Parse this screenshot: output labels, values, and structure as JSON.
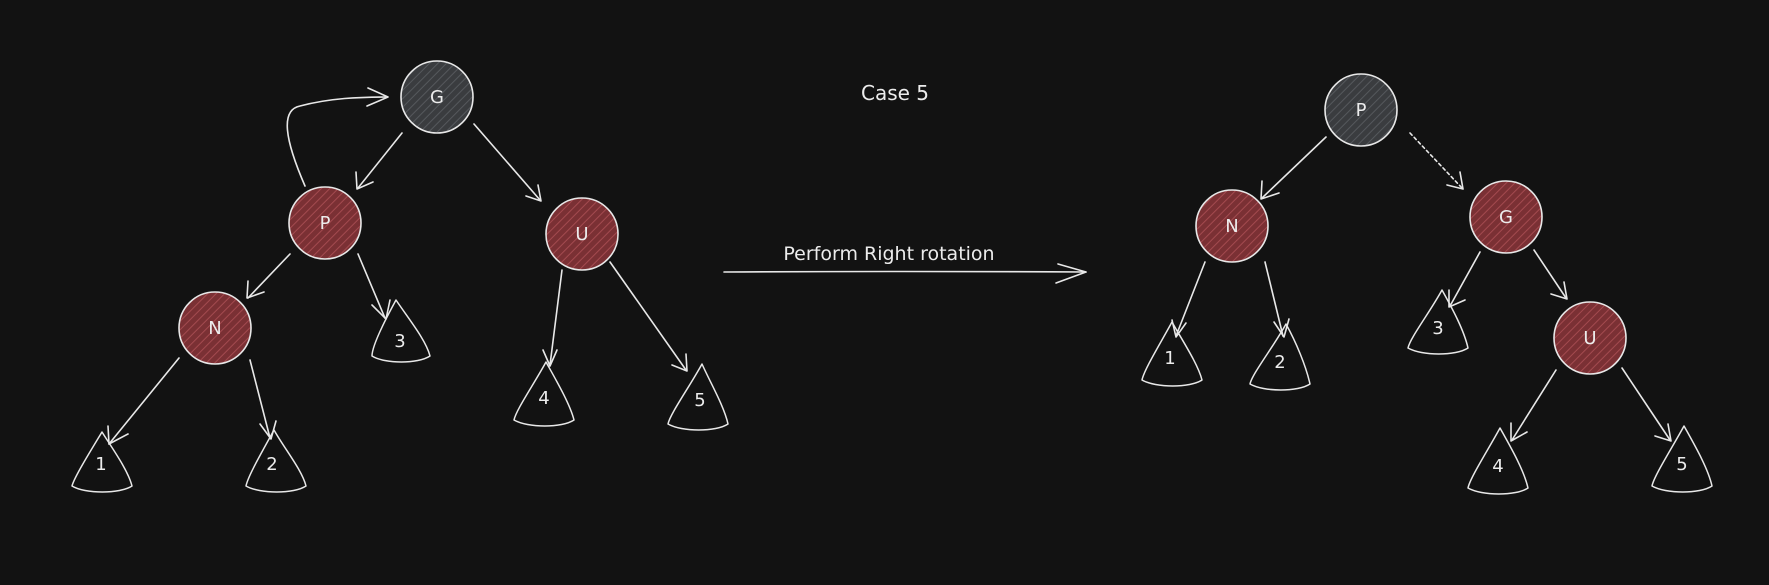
{
  "title": "Case 5",
  "caption": "Perform Right rotation",
  "colors": {
    "background": "#121212",
    "red_node": "#7a3034",
    "black_node": "#3a3c3f",
    "stroke": "#e8e8e8"
  },
  "before": {
    "nodes": [
      {
        "id": "G",
        "label": "G",
        "color": "black"
      },
      {
        "id": "P",
        "label": "P",
        "color": "red"
      },
      {
        "id": "U",
        "label": "U",
        "color": "red"
      },
      {
        "id": "N",
        "label": "N",
        "color": "red"
      }
    ],
    "subtrees": [
      {
        "id": "t1",
        "label": "1"
      },
      {
        "id": "t2",
        "label": "2"
      },
      {
        "id": "t3",
        "label": "3"
      },
      {
        "id": "t4",
        "label": "4"
      },
      {
        "id": "t5",
        "label": "5"
      }
    ]
  },
  "after": {
    "nodes": [
      {
        "id": "P",
        "label": "P",
        "color": "black"
      },
      {
        "id": "N",
        "label": "N",
        "color": "red"
      },
      {
        "id": "G",
        "label": "G",
        "color": "red"
      },
      {
        "id": "U",
        "label": "U",
        "color": "red"
      }
    ],
    "subtrees": [
      {
        "id": "t1",
        "label": "1"
      },
      {
        "id": "t2",
        "label": "2"
      },
      {
        "id": "t3",
        "label": "3"
      },
      {
        "id": "t4",
        "label": "4"
      },
      {
        "id": "t5",
        "label": "5"
      }
    ]
  }
}
